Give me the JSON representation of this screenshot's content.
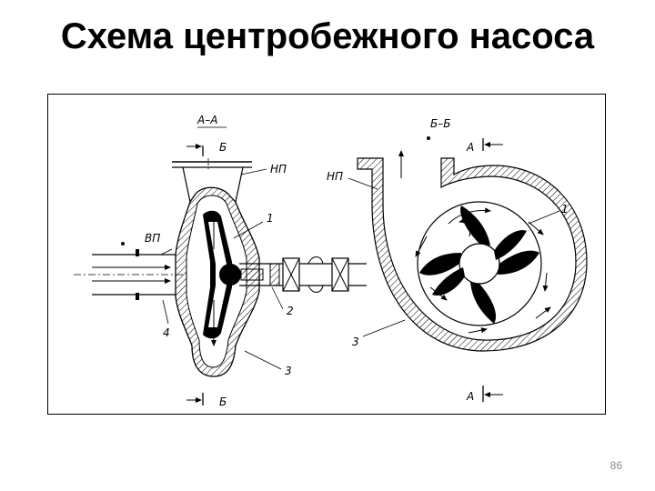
{
  "slide": {
    "title": "Схема центробежного насоса",
    "page_number": "86"
  },
  "figure": {
    "labels": {
      "section_left": "А–А",
      "section_right": "Б–Б",
      "cut_b_top": "Б",
      "cut_b_bottom": "Б",
      "cut_a_top": "А",
      "cut_a_bottom": "А",
      "discharge_left": "НП",
      "discharge_right": "НП",
      "suction": "ВП",
      "rotation": "n",
      "num_1_left": "1",
      "num_2": "2",
      "num_3_left": "3",
      "num_4": "4",
      "num_1_right": "1",
      "num_3_right": "3"
    }
  }
}
